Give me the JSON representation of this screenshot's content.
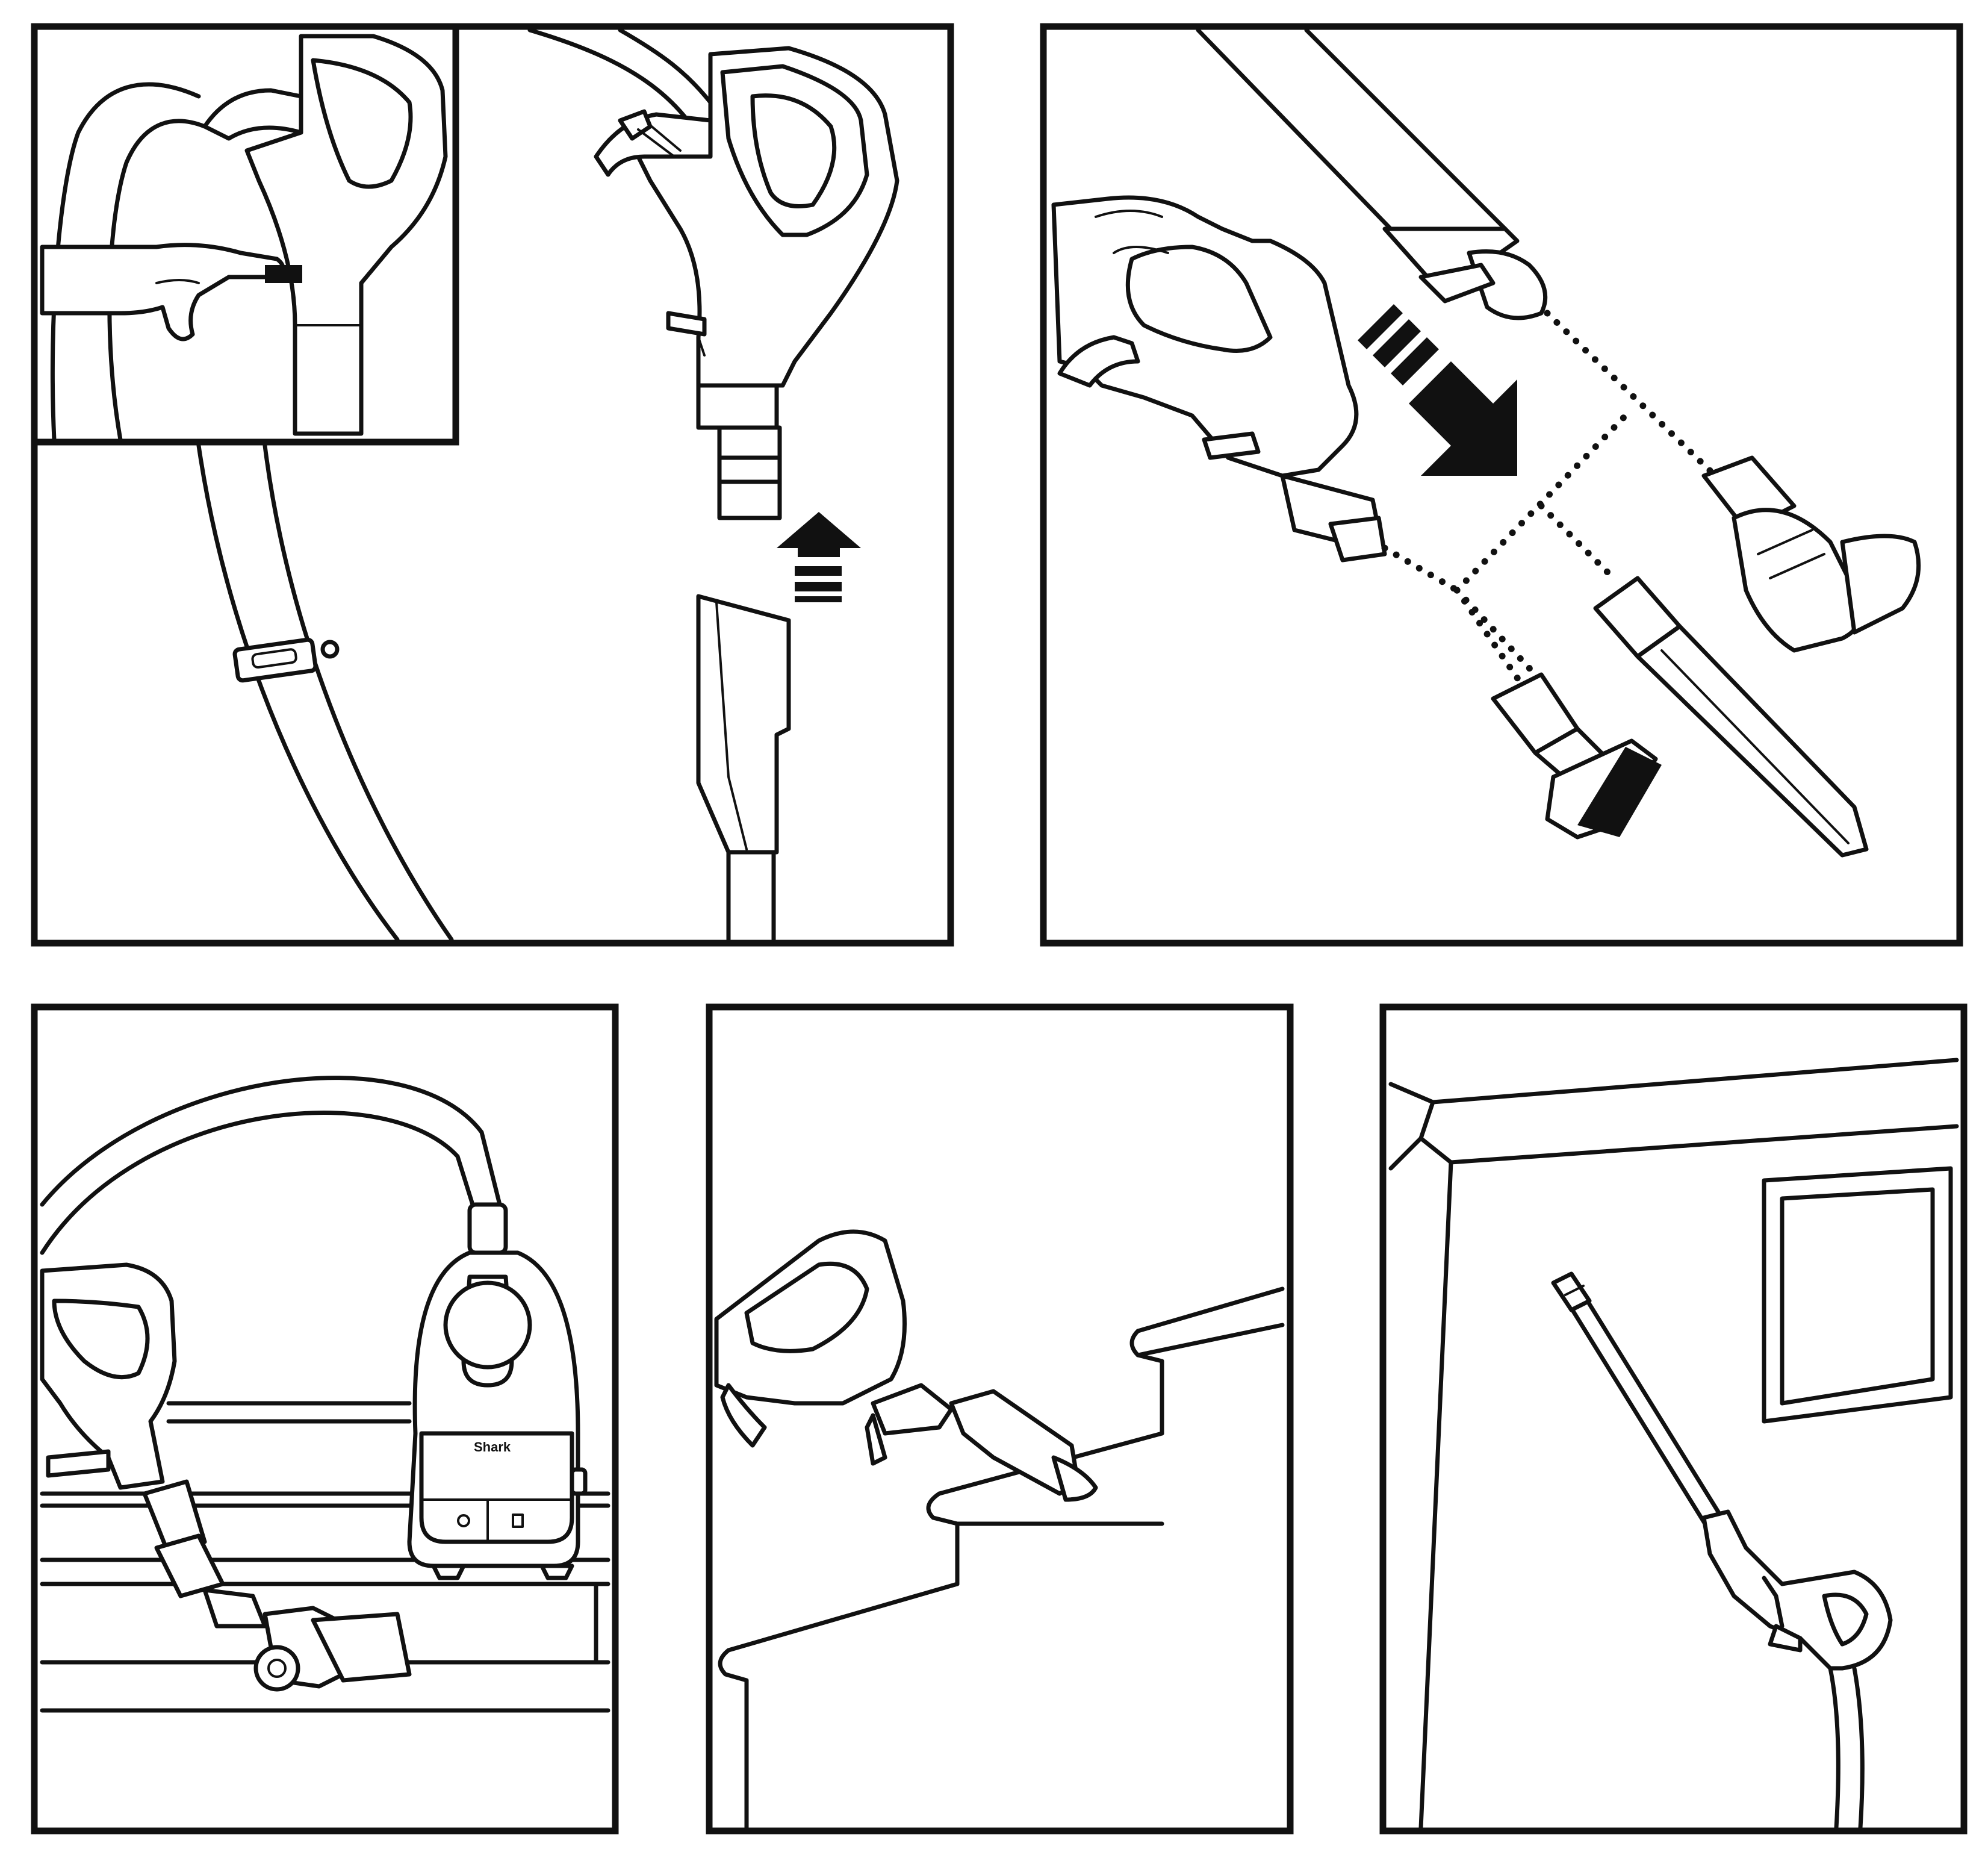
{
  "figure": {
    "panels": [
      {
        "id": "panel-1",
        "description_icons": [
          "hose",
          "handle",
          "crevice-tool",
          "up-arrow"
        ]
      },
      {
        "id": "panel-2",
        "description_icons": [
          "wand",
          "handle",
          "dusting-brush",
          "crevice-tool",
          "pet-tool",
          "diagonal-arrow"
        ]
      },
      {
        "id": "panel-3",
        "description_icons": [
          "vacuum-canister",
          "hose",
          "handle",
          "pet-tool",
          "stairs"
        ]
      },
      {
        "id": "panel-4",
        "description_icons": [
          "handle",
          "dusting-brush",
          "stairs"
        ]
      },
      {
        "id": "panel-5",
        "description_icons": [
          "handle",
          "wand",
          "ceiling",
          "picture-frame"
        ]
      }
    ],
    "brand_label": "Shark",
    "colors": {
      "ink": "#111111",
      "paper": "#ffffff"
    }
  }
}
